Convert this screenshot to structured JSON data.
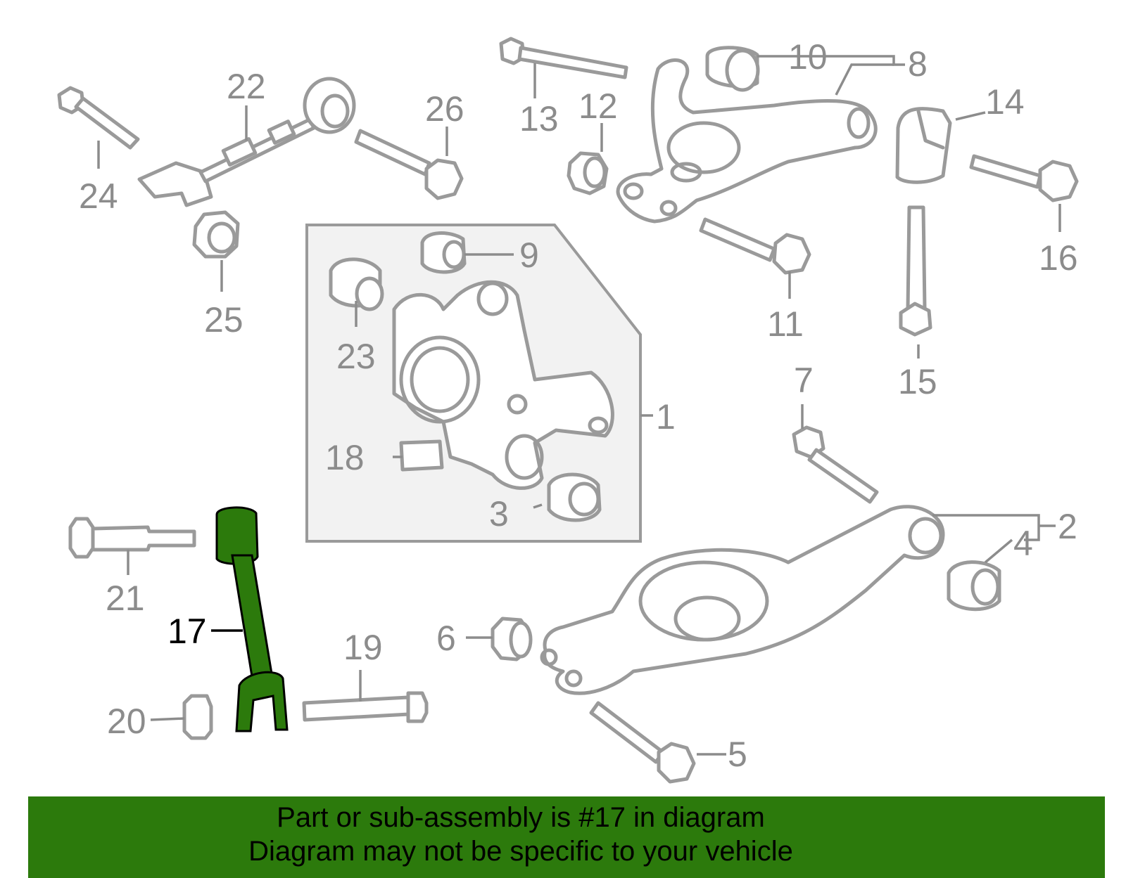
{
  "labels": {
    "l1": "1",
    "l2": "2",
    "l3": "3",
    "l4": "4",
    "l5": "5",
    "l6": "6",
    "l7": "7",
    "l8": "8",
    "l9": "9",
    "l10": "10",
    "l11": "11",
    "l12": "12",
    "l13": "13",
    "l14": "14",
    "l15": "15",
    "l16": "16",
    "l17": "17",
    "l18": "18",
    "l19": "19",
    "l20": "20",
    "l21": "21",
    "l22": "22",
    "l23": "23",
    "l24": "24",
    "l25": "25",
    "l26": "26"
  },
  "highlight": {
    "part_number": "17",
    "color": "#2c7a0c"
  },
  "footer": {
    "line1": "Part or sub-assembly is #17 in diagram",
    "line2": "Diagram may not be specific to your vehicle"
  },
  "colors": {
    "part_outline": "#9a9a9a",
    "highlight_fill": "#2c7a0c",
    "inset_bg": "#f2f2f2"
  }
}
